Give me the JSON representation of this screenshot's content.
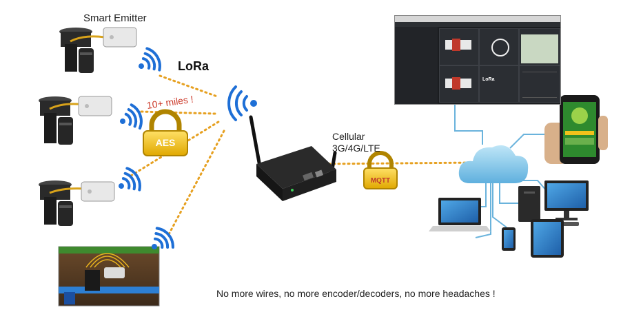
{
  "labels": {
    "smart_emitter": "Smart Emitter",
    "lora": "LoRa",
    "range": "10+ miles !",
    "encryption": "AES",
    "cellular_line1": "Cellular",
    "cellular_line2": "3G/4G/LTE",
    "protocol": "MQTT",
    "footer": "No more wires, no more encoder/decoders, no more headaches !"
  },
  "dashboard": {
    "tile_logo": "LoRa"
  },
  "colors": {
    "link_dotted": "#e6a020",
    "wifi_blue": "#1e6fd6",
    "lock_gold": "#f2c21b",
    "lock_text": "#ffffff",
    "cloud_blue": "#7fc4e8",
    "cloud_lines": "#6ab3dc",
    "accent_red": "#cc3a2a"
  },
  "icons": {
    "emitter": "valve-emitter-icon",
    "wireless": "wifi-signal-icon",
    "lock": "padlock-icon",
    "gateway": "lora-gateway-icon",
    "cloud": "cloud-icon",
    "phone": "smartphone-icon"
  }
}
